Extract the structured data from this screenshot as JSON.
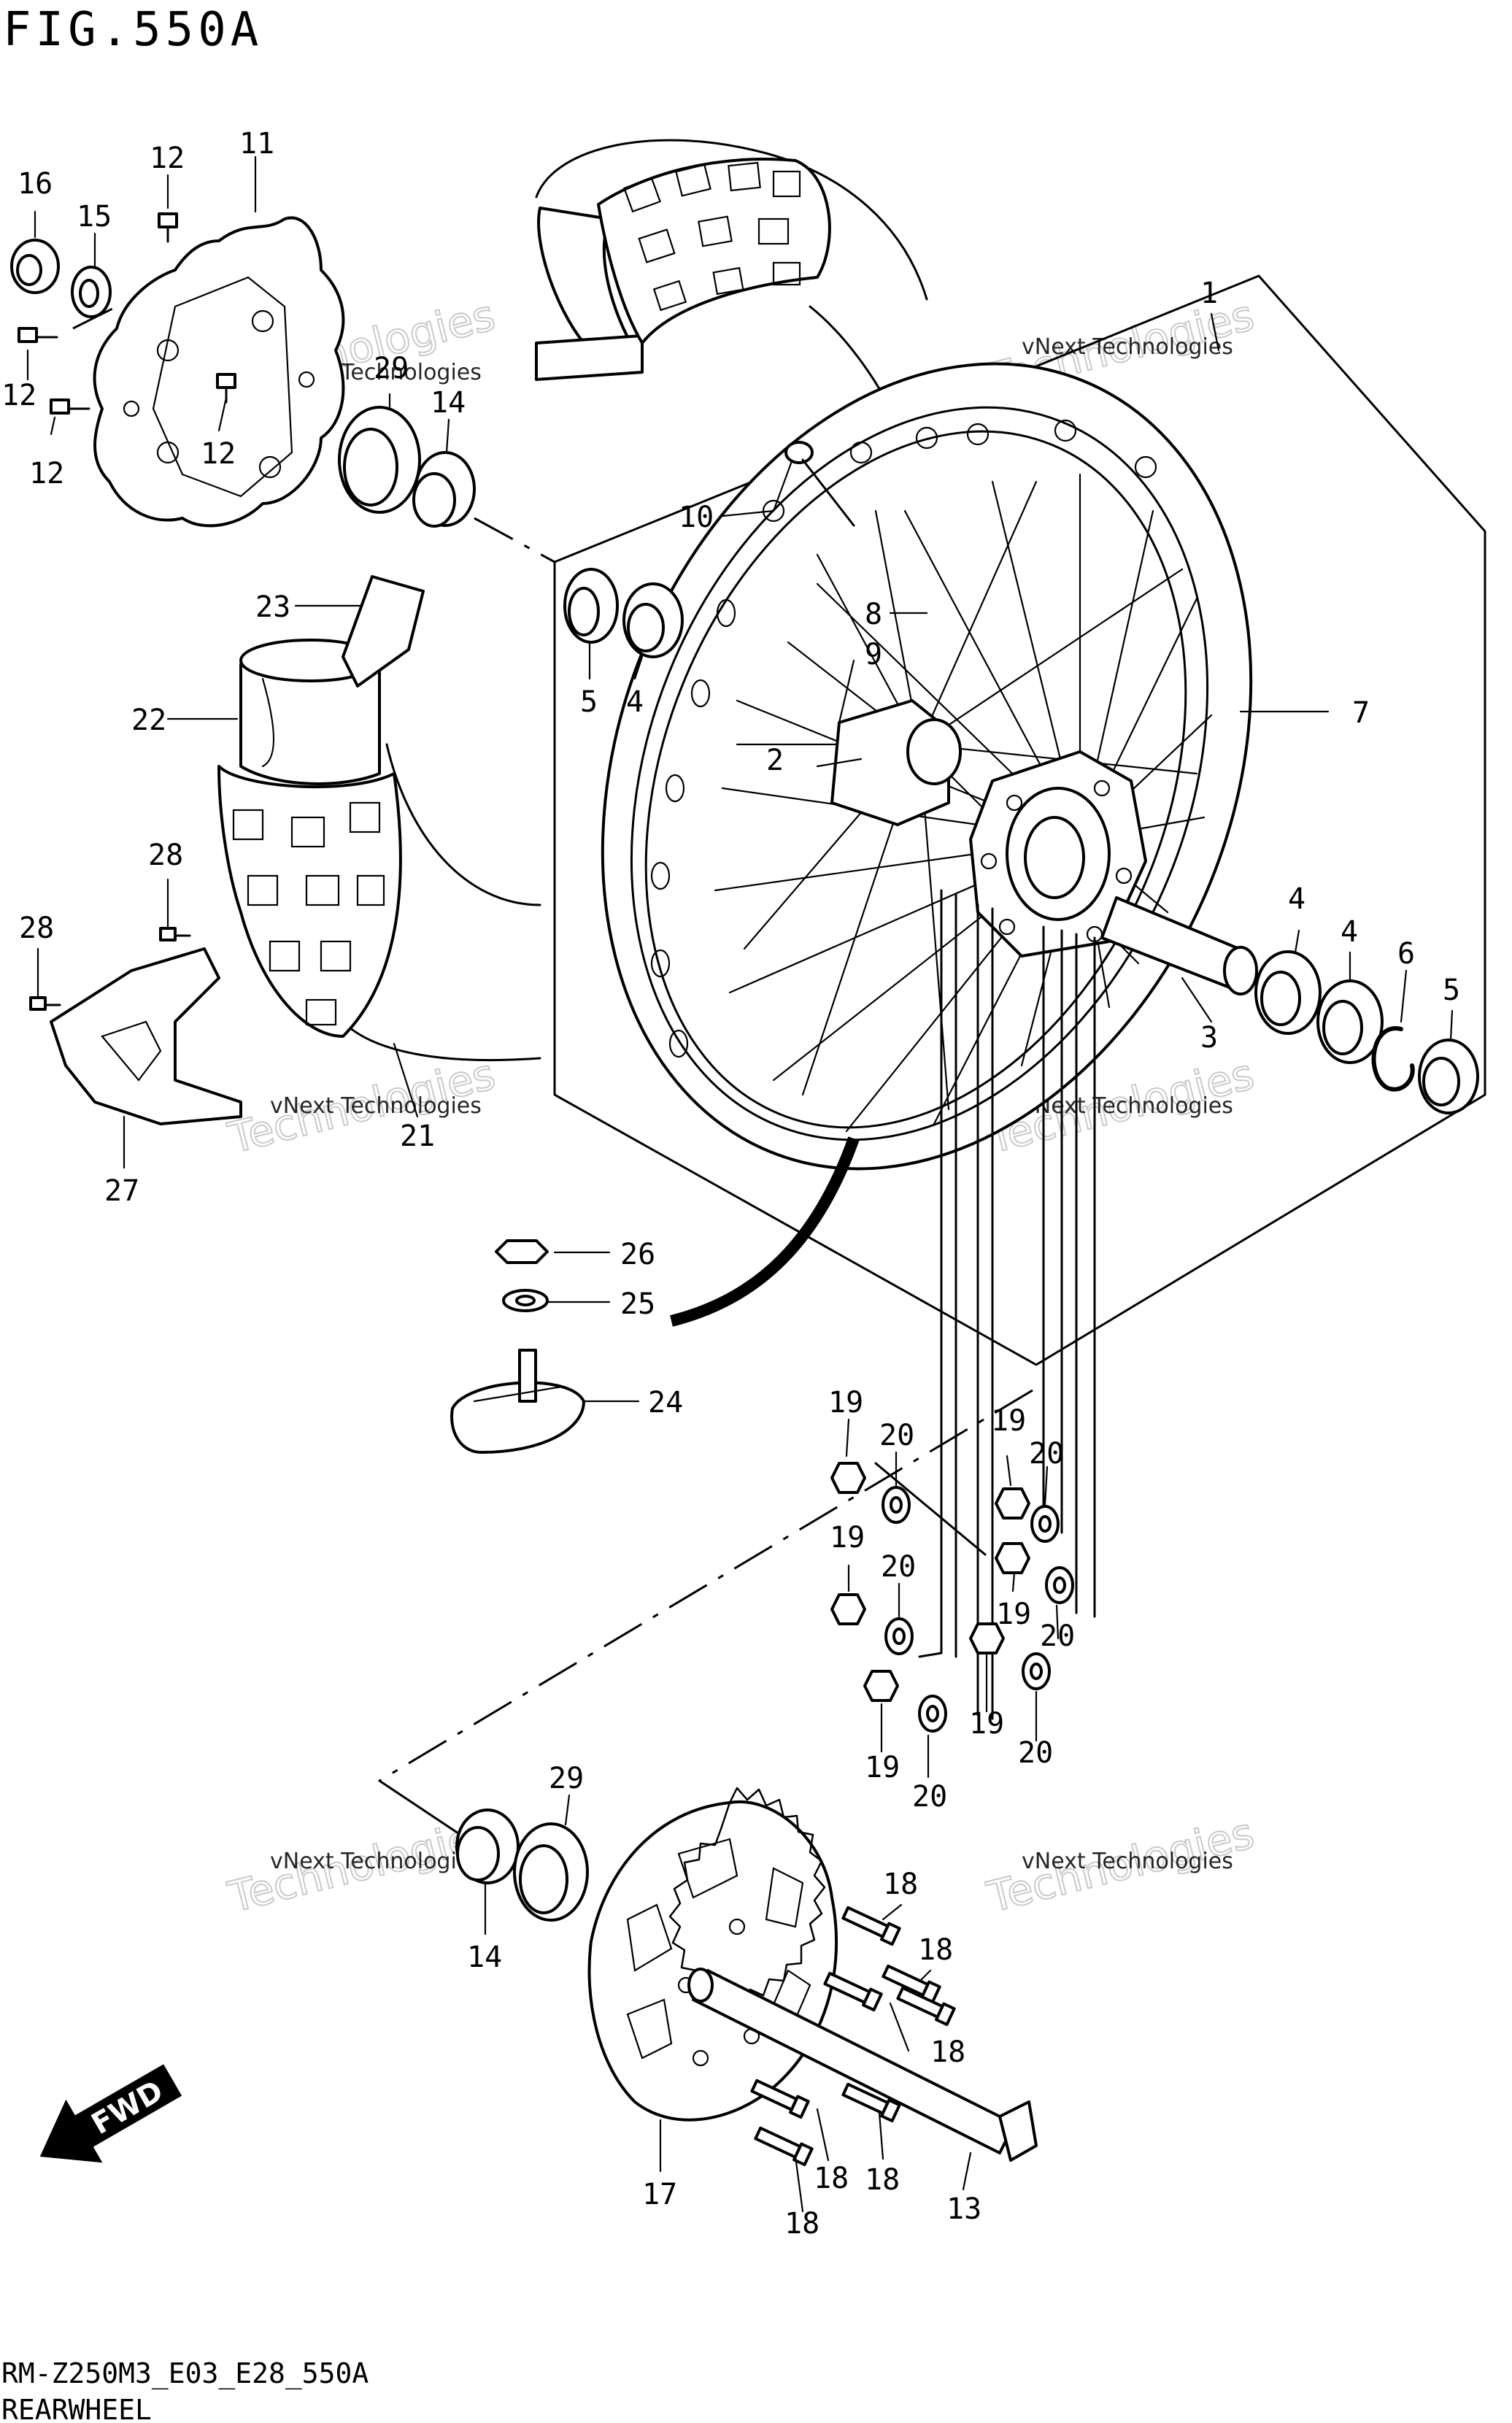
{
  "figure": {
    "title": "FIG.550A",
    "code": "RM-Z250M3_E03_E28_550A",
    "name": "REARWHEEL"
  },
  "watermark": {
    "text": "vNext Technologies",
    "big": "Technologies"
  },
  "direction": {
    "label": "FWD"
  },
  "callouts": [
    {
      "id": "c1",
      "label": "1"
    },
    {
      "id": "c2",
      "label": "2"
    },
    {
      "id": "c3",
      "label": "3"
    },
    {
      "id": "c4a",
      "label": "4"
    },
    {
      "id": "c4b",
      "label": "4"
    },
    {
      "id": "c4c",
      "label": "4"
    },
    {
      "id": "c5a",
      "label": "5"
    },
    {
      "id": "c5b",
      "label": "5"
    },
    {
      "id": "c6",
      "label": "6"
    },
    {
      "id": "c7",
      "label": "7"
    },
    {
      "id": "c8",
      "label": "8"
    },
    {
      "id": "c9",
      "label": "9"
    },
    {
      "id": "c10",
      "label": "10"
    },
    {
      "id": "c11",
      "label": "11"
    },
    {
      "id": "c12a",
      "label": "12"
    },
    {
      "id": "c12b",
      "label": "12"
    },
    {
      "id": "c12c",
      "label": "12"
    },
    {
      "id": "c12d",
      "label": "12"
    },
    {
      "id": "c13",
      "label": "13"
    },
    {
      "id": "c14a",
      "label": "14"
    },
    {
      "id": "c14b",
      "label": "14"
    },
    {
      "id": "c15",
      "label": "15"
    },
    {
      "id": "c16",
      "label": "16"
    },
    {
      "id": "c17",
      "label": "17"
    },
    {
      "id": "c18",
      "label": "18"
    },
    {
      "id": "c19",
      "label": "19"
    },
    {
      "id": "c20",
      "label": "20"
    },
    {
      "id": "c21",
      "label": "21"
    },
    {
      "id": "c22",
      "label": "22"
    },
    {
      "id": "c23",
      "label": "23"
    },
    {
      "id": "c24",
      "label": "24"
    },
    {
      "id": "c25",
      "label": "25"
    },
    {
      "id": "c26",
      "label": "26"
    },
    {
      "id": "c27",
      "label": "27"
    },
    {
      "id": "c28",
      "label": "28"
    },
    {
      "id": "c29a",
      "label": "29"
    },
    {
      "id": "c29b",
      "label": "29"
    }
  ]
}
